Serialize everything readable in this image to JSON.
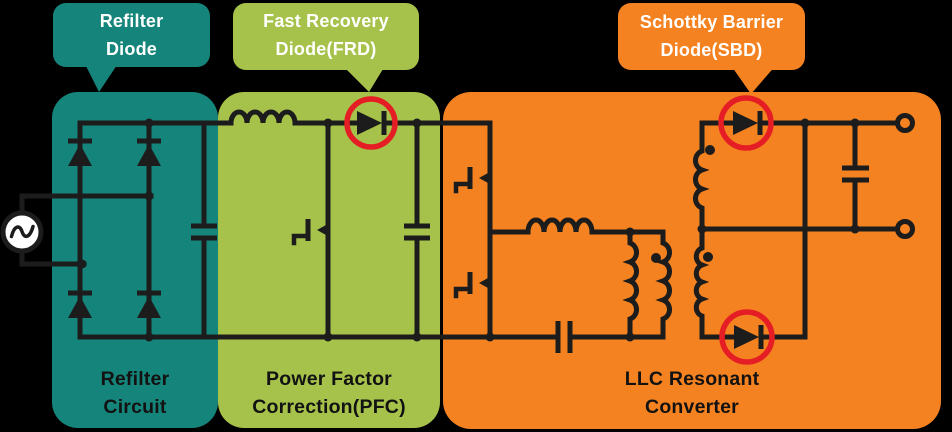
{
  "diagram": {
    "callouts": [
      {
        "id": "refilter-diode",
        "lines": [
          "Refilter",
          "Diode"
        ]
      },
      {
        "id": "fast-recovery-diode",
        "lines": [
          "Fast Recovery",
          "Diode(FRD)"
        ]
      },
      {
        "id": "schottky-barrier-diode",
        "lines": [
          "Schottky Barrier",
          "Diode(SBD)"
        ]
      }
    ],
    "sections": [
      {
        "id": "refilter-circuit",
        "label_lines": [
          "Refilter",
          "Circuit"
        ]
      },
      {
        "id": "power-factor-correction",
        "label_lines": [
          "Power Factor",
          "Correction(PFC)"
        ]
      },
      {
        "id": "llc-resonant-converter",
        "label_lines": [
          "LLC Resonant",
          "Converter"
        ]
      }
    ]
  },
  "icons": {
    "ac_source": "sine-wave-in-circle",
    "diode": "filled-triangle-with-bar",
    "mosfet": "n-channel-mosfet",
    "inductor": "coil-humps",
    "capacitor": "parallel-plates",
    "transformer": "coupled-coils-with-polarity-dots",
    "output_terminal": "open-circle",
    "junction": "filled-dot",
    "highlight": "red-circle"
  },
  "colors": {
    "background": "#000000",
    "teal": "#15857B",
    "green": "#A6C24B",
    "orange": "#F58220",
    "line": "#1C1C1C",
    "highlight_red": "#E51E25",
    "source_fill": "#FFFFFF",
    "callout_text": "#FFFFFF",
    "label_text": "#121212"
  }
}
